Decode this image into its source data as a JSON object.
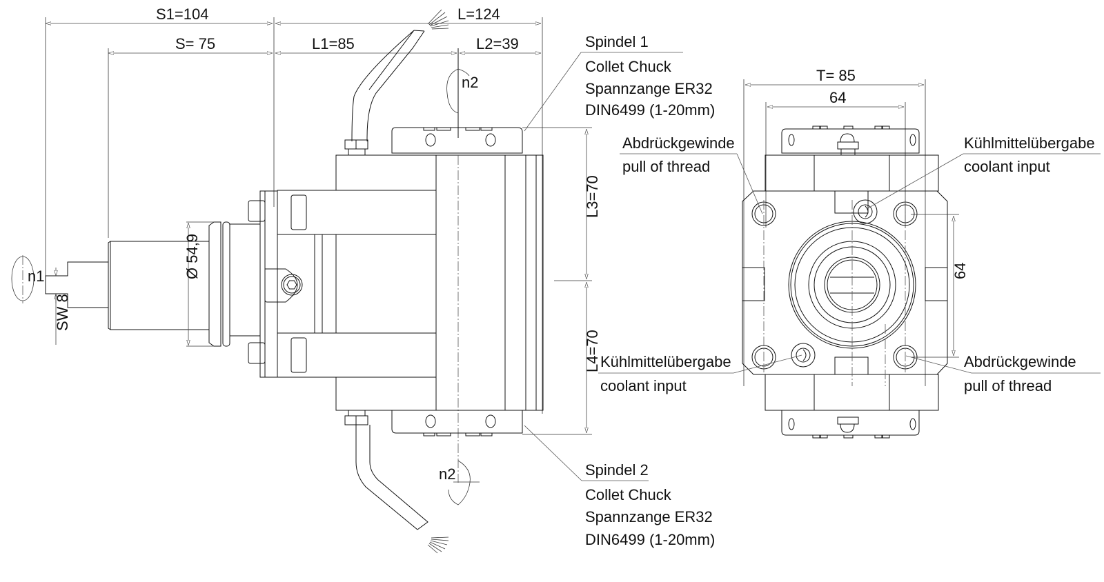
{
  "drawing": {
    "dimensions": {
      "S1": "S1=104",
      "L": "L=124",
      "S": "S= 75",
      "L1": "L1=85",
      "L2": "L2=39",
      "L3": "L3=70",
      "L4": "L4=70",
      "T": "T= 85",
      "W64_top": "64",
      "H64_right": "64",
      "diameter": "Ø 54,9",
      "SW": "SW 8"
    },
    "rotation_labels": {
      "n1": "n1",
      "n2_top": "n2",
      "n2_bottom": "n2"
    },
    "callouts": {
      "spindel1": [
        "Spindel 1",
        "Collet Chuck",
        "Spannzange ER32",
        "DIN6499 (1-20mm)"
      ],
      "spindel2": [
        "Spindel 2",
        "Collet Chuck",
        "Spannzange ER32",
        "DIN6499 (1-20mm)"
      ],
      "pull_thread_left": [
        "Abdrückgewinde",
        "pull of thread"
      ],
      "coolant_right": [
        "Kühlmittelübergabe",
        "coolant input"
      ],
      "coolant_left": [
        "Kühlmittelübergabe",
        "coolant input"
      ],
      "pull_thread_right": [
        "Abdrückgewinde",
        "pull of thread"
      ]
    }
  }
}
